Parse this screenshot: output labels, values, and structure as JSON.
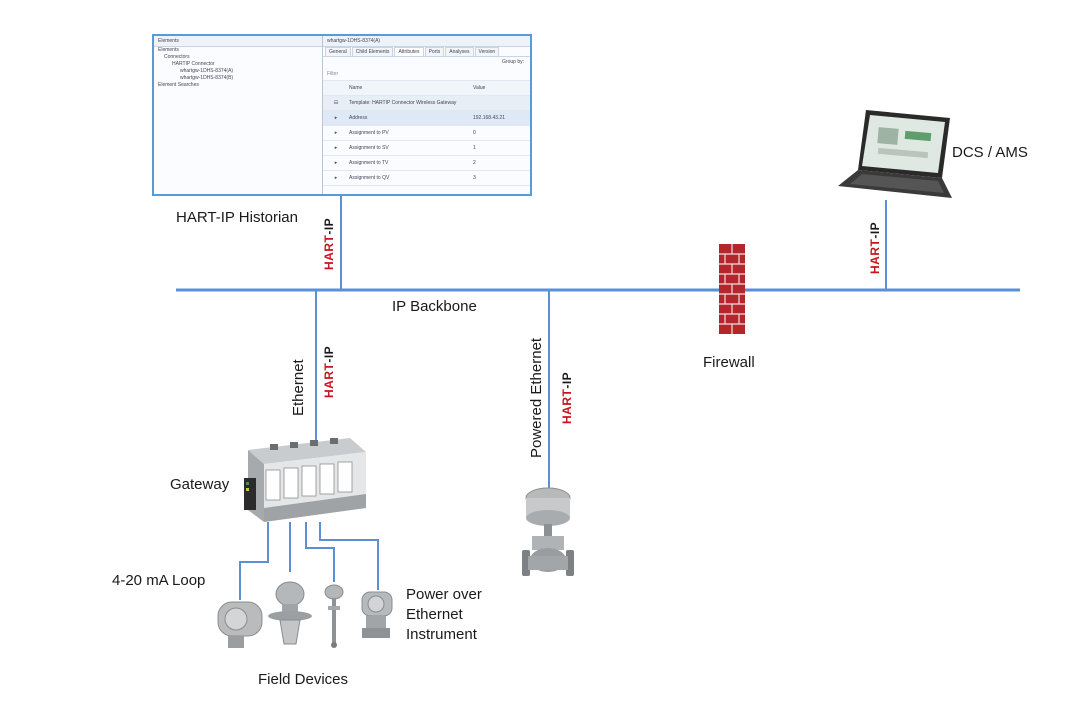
{
  "labels": {
    "historian": "HART-IP Historian",
    "dcs": "DCS / AMS",
    "backbone": "IP Backbone",
    "firewall": "Firewall",
    "ethernet": "Ethernet",
    "powered_ethernet": "Powered Ethernet",
    "gateway": "Gateway",
    "loop": "4-20 mA Loop",
    "poe_line1": "Power over",
    "poe_line2": "Ethernet",
    "poe_line3": "Instrument",
    "field_devices": "Field Devices"
  },
  "badge": {
    "hart": "HART",
    "ip": "-IP"
  },
  "historian_window": {
    "left_header": "Elements",
    "tree": [
      "Elements",
      "Connectors",
      "HARTIP Connector",
      "whartgw-1DHS-8374(A)",
      "whartgw-1DHS-8374(B)",
      "Element Searches"
    ],
    "right_header": "whartgw-1DHS-8374(A)",
    "tabs": [
      "General",
      "Child Elements",
      "Attributes",
      "Ports",
      "Analyses",
      "Version"
    ],
    "group_label": "Group by:",
    "filter": "Filter",
    "columns": [
      "Name",
      "Value"
    ],
    "group_row": "Template: HARTIP Connector Wireless Gateway",
    "rows": [
      {
        "name": "Address",
        "value": "192.168.43.21"
      },
      {
        "name": "Assignment to PV",
        "value": "0"
      },
      {
        "name": "Assignment to SV",
        "value": "1"
      },
      {
        "name": "Assignment to TV",
        "value": "2"
      },
      {
        "name": "Assignment to QV",
        "value": "3"
      }
    ]
  },
  "colors": {
    "line": "#5b8fd6",
    "hart_red": "#c4161c",
    "firewall_brick": "#b3262c"
  }
}
